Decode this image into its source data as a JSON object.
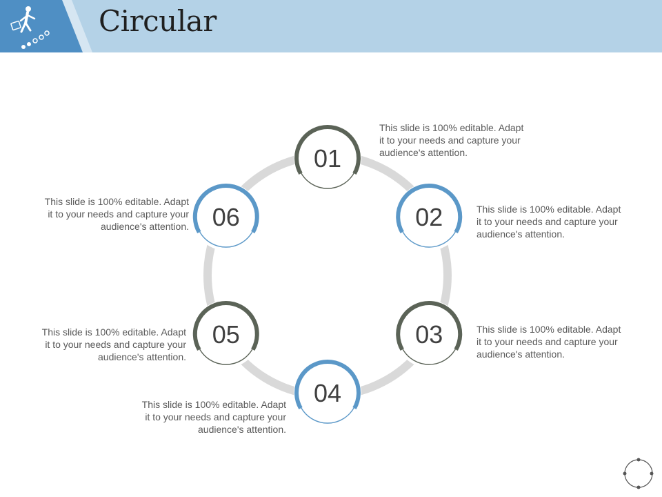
{
  "title": "Circular",
  "colors": {
    "header_band": "#b4d2e7",
    "header_logo_panel": "#4f8fc4",
    "ring_track": "#d9d9d9",
    "node_dark": "#5b6357",
    "node_blue": "#5b98c8",
    "text": "#595959"
  },
  "icons": {
    "header_logo": "businessman-climbing-steps-icon",
    "footer": "circle-with-nodes-icon"
  },
  "nodes": [
    {
      "number": "01",
      "color": "dark",
      "text": [
        "This slide is 100% editable. Adapt",
        "it to your needs and capture your",
        "audience's attention."
      ]
    },
    {
      "number": "02",
      "color": "blue",
      "text": [
        "This slide is 100% editable. Adapt",
        "it to your needs and capture your",
        "audience's attention."
      ]
    },
    {
      "number": "03",
      "color": "dark",
      "text": [
        "This slide is 100% editable. Adapt",
        "it to your needs and capture your",
        "audience's attention."
      ]
    },
    {
      "number": "04",
      "color": "blue",
      "text": [
        "This slide is 100% editable. Adapt",
        "it to your needs and capture your",
        "audience's attention."
      ]
    },
    {
      "number": "05",
      "color": "dark",
      "text": [
        "This slide is 100% editable. Adapt",
        "it to your needs and capture your",
        "audience's attention."
      ]
    },
    {
      "number": "06",
      "color": "blue",
      "text": [
        "This slide is 100% editable. Adapt",
        "it to your needs and capture your",
        "audience's attention."
      ]
    }
  ]
}
